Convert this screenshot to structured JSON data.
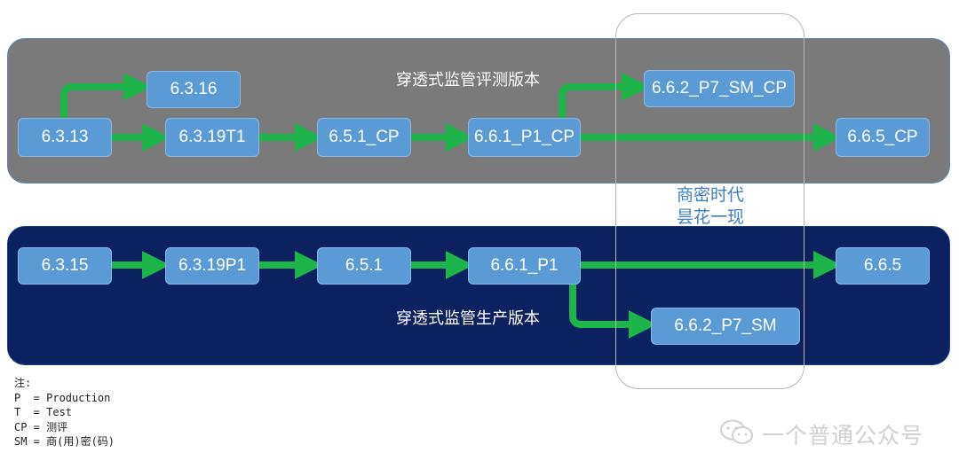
{
  "bands": {
    "test": {
      "title": "穿透式监管评测版本"
    },
    "production": {
      "title": "穿透式监管生产版本"
    }
  },
  "nodes": {
    "n6313": "6.3.13",
    "n6316": "6.3.16",
    "n6319t1": "6.3.19T1",
    "n651cp": "6.5.1_CP",
    "n661p1cp": "6.6.1_P1_CP",
    "n662p7smcp": "6.6.2_P7_SM_CP",
    "n665cp": "6.6.5_CP",
    "n6315": "6.3.15",
    "n6319p1": "6.3.19P1",
    "n651": "6.5.1",
    "n661p1": "6.6.1_P1",
    "n665": "6.6.5",
    "n662p7sm": "6.6.2_P7_SM"
  },
  "overlay": {
    "line1": "商密时代",
    "line2": "昙花一现"
  },
  "notes": {
    "title": "注:",
    "lines": [
      "P  = Production",
      "T  = Test",
      "CP = 测评",
      "SM = 商(用)密(码)"
    ]
  },
  "watermark": {
    "text": "一个普通公众号",
    "icon": "wechat-icon"
  },
  "colors": {
    "test_band": "#7a7a7a",
    "production_band": "#0b2160",
    "node": "#5b9bd5",
    "arrow": "#1db54a",
    "overlay_text": "#3d7fc1"
  }
}
